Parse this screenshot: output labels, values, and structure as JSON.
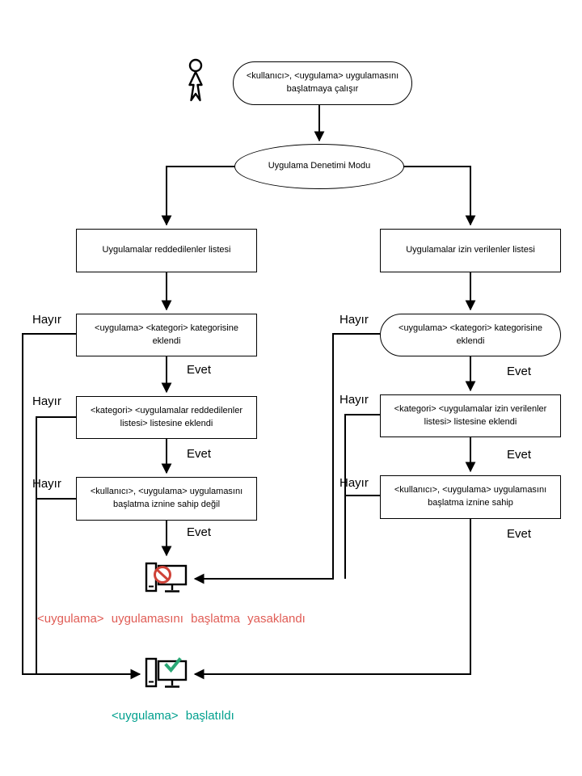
{
  "diagram": {
    "type": "flowchart",
    "language": "tr",
    "labels": {
      "yes": "Evet",
      "no": "Hayır"
    },
    "nodes": {
      "start": "<kullanıcı>, <uygulama> uygulamasını başlatmaya çalışır",
      "mode": "Uygulama Denetimi Modu",
      "deny_list": "Uygulamalar reddedilenler listesi",
      "allow_list": "Uygulamalar izin verilenler listesi",
      "deny_category": "<uygulama> <kategori> kategorisine eklendi",
      "allow_category": "<uygulama> <kategori> kategorisine eklendi",
      "deny_list_check": "<kategori> <uygulamalar reddedilenler listesi> listesine eklendi",
      "allow_list_check": "<kategori> <uygulamalar izin verilenler listesi> listesine eklendi",
      "deny_permission": "<kullanıcı>, <uygulama> uygulamasını başlatma iznine sahip değil",
      "allow_permission": "<kullanıcı>, <uygulama> uygulamasını başlatma iznine sahip"
    },
    "results": {
      "blocked": "<uygulama> uygulamasını başlatma yasaklandı",
      "started": "<uygulama> başlatıldı"
    },
    "colors": {
      "blocked_text": "#e05c55",
      "started_text": "#00a08e",
      "prohibit_icon": "#cf4238",
      "check_icon": "#2aa876",
      "line": "#000000"
    },
    "icons": {
      "user": "user-icon",
      "blocked": "computer-blocked-icon",
      "started": "computer-check-icon"
    }
  }
}
